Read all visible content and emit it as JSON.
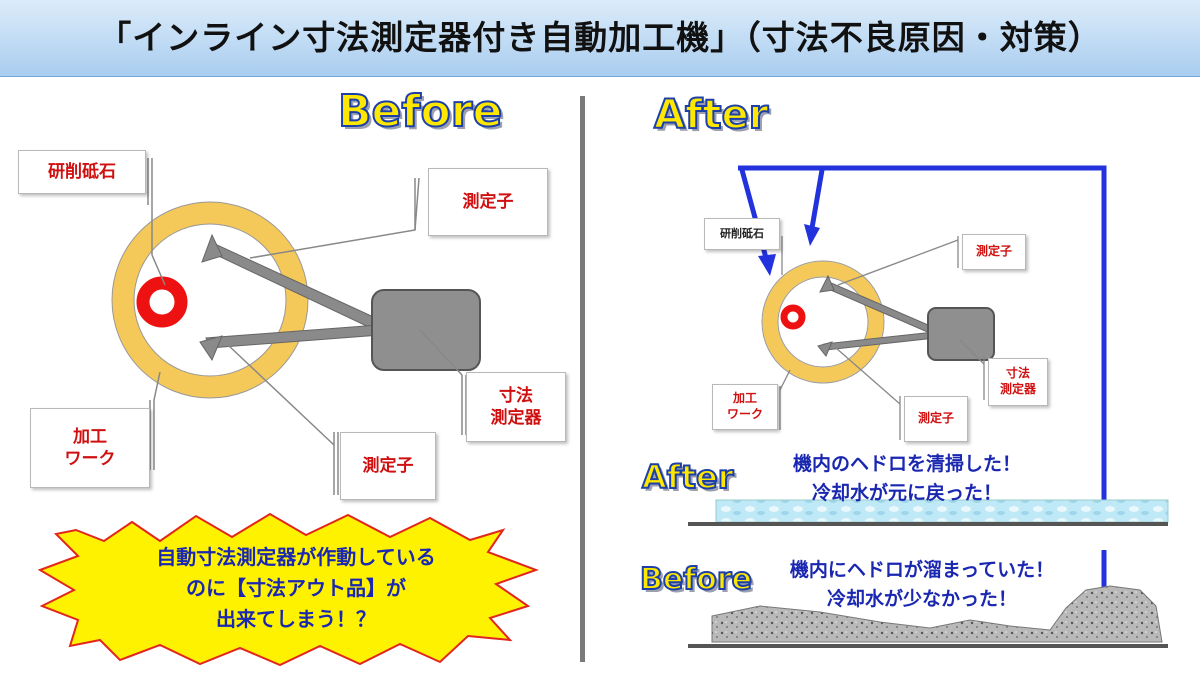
{
  "header": {
    "title": "「インライン寸法測定器付き自動加工機」（寸法不良原因・対策）"
  },
  "left_panel": {
    "heading": "Before",
    "labels": {
      "grinding_wheel": "研削砥石",
      "probe_top": "測定子",
      "gauge": "寸法\n測定器",
      "work": "加工\nワーク",
      "probe_bottom": "測定子"
    },
    "burst_text": "自動寸法測定器が作動している\nのに【寸法アウト品】が\n出来てしまう！？"
  },
  "right_panel": {
    "heading": "After",
    "labels": {
      "grinding_wheel": "研削砥石",
      "probe_top": "測定子",
      "gauge": "寸法\n測定器",
      "work": "加工\nワーク",
      "probe_bottom": "測定子"
    },
    "after_tank": {
      "tag": "After",
      "note": "機内のヘドロを清掃した！\n冷却水が元に戻った！"
    },
    "before_tank": {
      "tag": "Before",
      "note": "機内にヘドロが溜まっていた！\n冷却水が少なかった！"
    }
  },
  "colors": {
    "ring": "#f5c85a",
    "wheel": "#ee1111",
    "coolant_pipe": "#2233dd",
    "label_text": "#d01010",
    "note_text": "#1a27b0",
    "heading_fill": "#ffe800",
    "heading_outline": "#1d3fa8"
  }
}
